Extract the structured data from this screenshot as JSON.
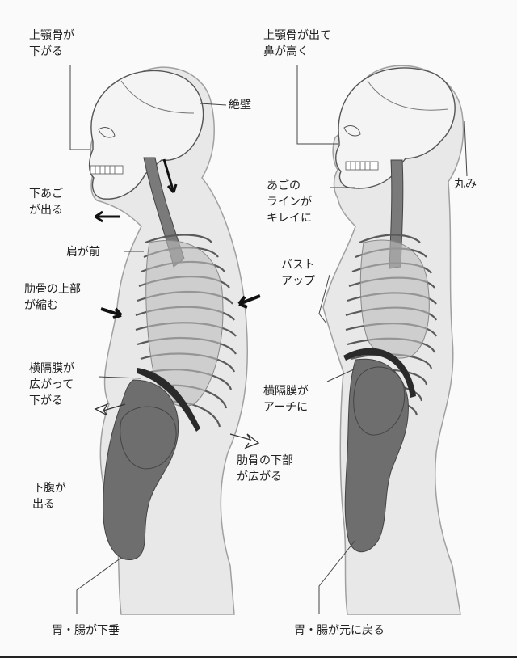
{
  "left_figure": {
    "label_maxilla": [
      "上顎骨が",
      "下がる"
    ],
    "label_skull": "絶壁",
    "label_jaw": [
      "下あご",
      "が出る"
    ],
    "label_shoulder": "肩が前",
    "label_upper_ribs": [
      "肋骨の上部",
      "が縮む"
    ],
    "label_diaphragm": [
      "横隔膜が",
      "広がって",
      "下がる"
    ],
    "label_lower_ribs": [
      "肋骨の下部",
      "が広がる"
    ],
    "label_abdomen": [
      "下腹が",
      "出る"
    ],
    "label_stomach": "胃・腸が下垂"
  },
  "right_figure": {
    "label_maxilla": [
      "上顎骨が出て",
      "鼻が高く"
    ],
    "label_skull": "丸み",
    "label_jaw": [
      "あごの",
      "ラインが",
      "キレイに"
    ],
    "label_bust": [
      "バスト",
      "アップ"
    ],
    "label_diaphragm": [
      "横隔膜が",
      "アーチに"
    ],
    "label_stomach": "胃・腸が元に戻る"
  },
  "colors": {
    "body_fill": "#e6e6e6",
    "body_stroke": "#9a9a9a",
    "organ_fill": "#6e6e6e",
    "rib_stroke": "#5a5a5a",
    "diaphragm": "#2a2a2a",
    "text": "#222222"
  }
}
